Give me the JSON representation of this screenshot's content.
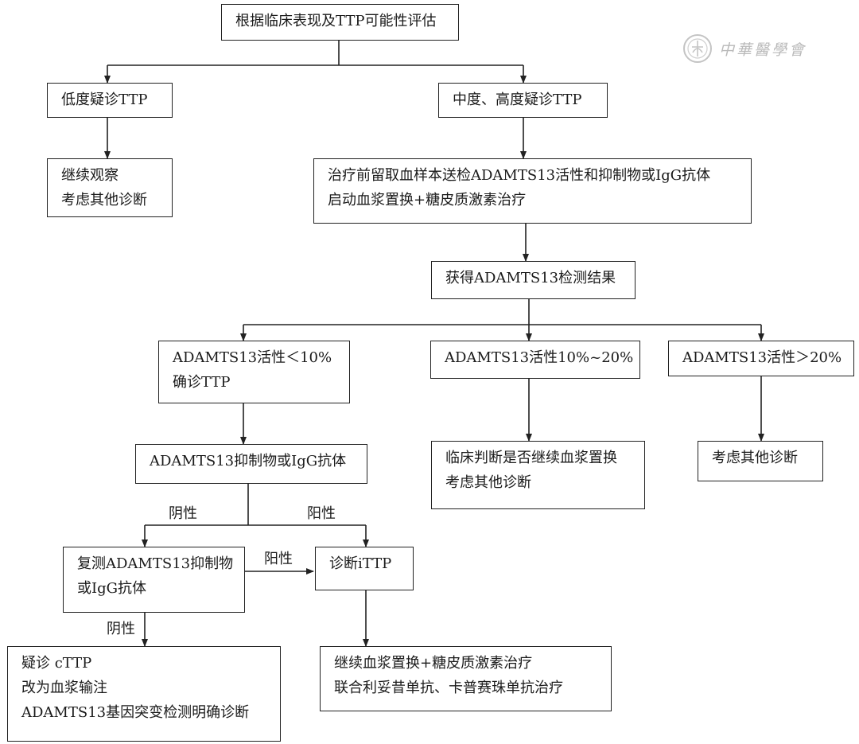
{
  "watermark": {
    "text": "中華醫學會"
  },
  "nodes": {
    "assess": {
      "lines": [
        "根据临床表现及TTP可能性评估"
      ]
    },
    "low_suspicion": {
      "lines": [
        "低度疑诊TTP"
      ]
    },
    "observe": {
      "lines": [
        "继续观察",
        "考虑其他诊断"
      ]
    },
    "mid_high_suspicion": {
      "lines": [
        "中度、高度疑诊TTP"
      ]
    },
    "sample_treat": {
      "lines": [
        "治疗前留取血样本送检ADAMTS13活性和抑制物或IgG抗体",
        "启动血浆置换+糖皮质激素治疗"
      ]
    },
    "results": {
      "lines": [
        "获得ADAMTS13检测结果"
      ]
    },
    "lt10": {
      "lines": [
        "ADAMTS13活性＜10%",
        "确诊TTP"
      ]
    },
    "mid10_20": {
      "lines": [
        "ADAMTS13活性10%~20%"
      ]
    },
    "gt20": {
      "lines": [
        "ADAMTS13活性＞20%"
      ]
    },
    "inhibitor": {
      "lines": [
        "ADAMTS13抑制物或IgG抗体"
      ]
    },
    "clinical_judge": {
      "lines": [
        "临床判断是否继续血浆置换",
        "考虑其他诊断"
      ]
    },
    "other_dx": {
      "lines": [
        "考虑其他诊断"
      ]
    },
    "retest": {
      "lines": [
        "复测ADAMTS13抑制物",
        "或IgG抗体"
      ]
    },
    "itpp": {
      "lines": [
        "诊断iTTP"
      ]
    },
    "cttp": {
      "lines": [
        "疑诊 cTTP",
        "改为血浆输注",
        "ADAMTS13基因突变检测明确诊断"
      ]
    },
    "itpp_treat": {
      "lines": [
        "继续血浆置换+糖皮质激素治疗",
        "联合利妥昔单抗、卡普赛珠单抗治疗"
      ]
    }
  },
  "edge_labels": {
    "negative_1": "阴性",
    "positive_1": "阳性",
    "positive_2": "阳性",
    "negative_2": "阴性"
  }
}
